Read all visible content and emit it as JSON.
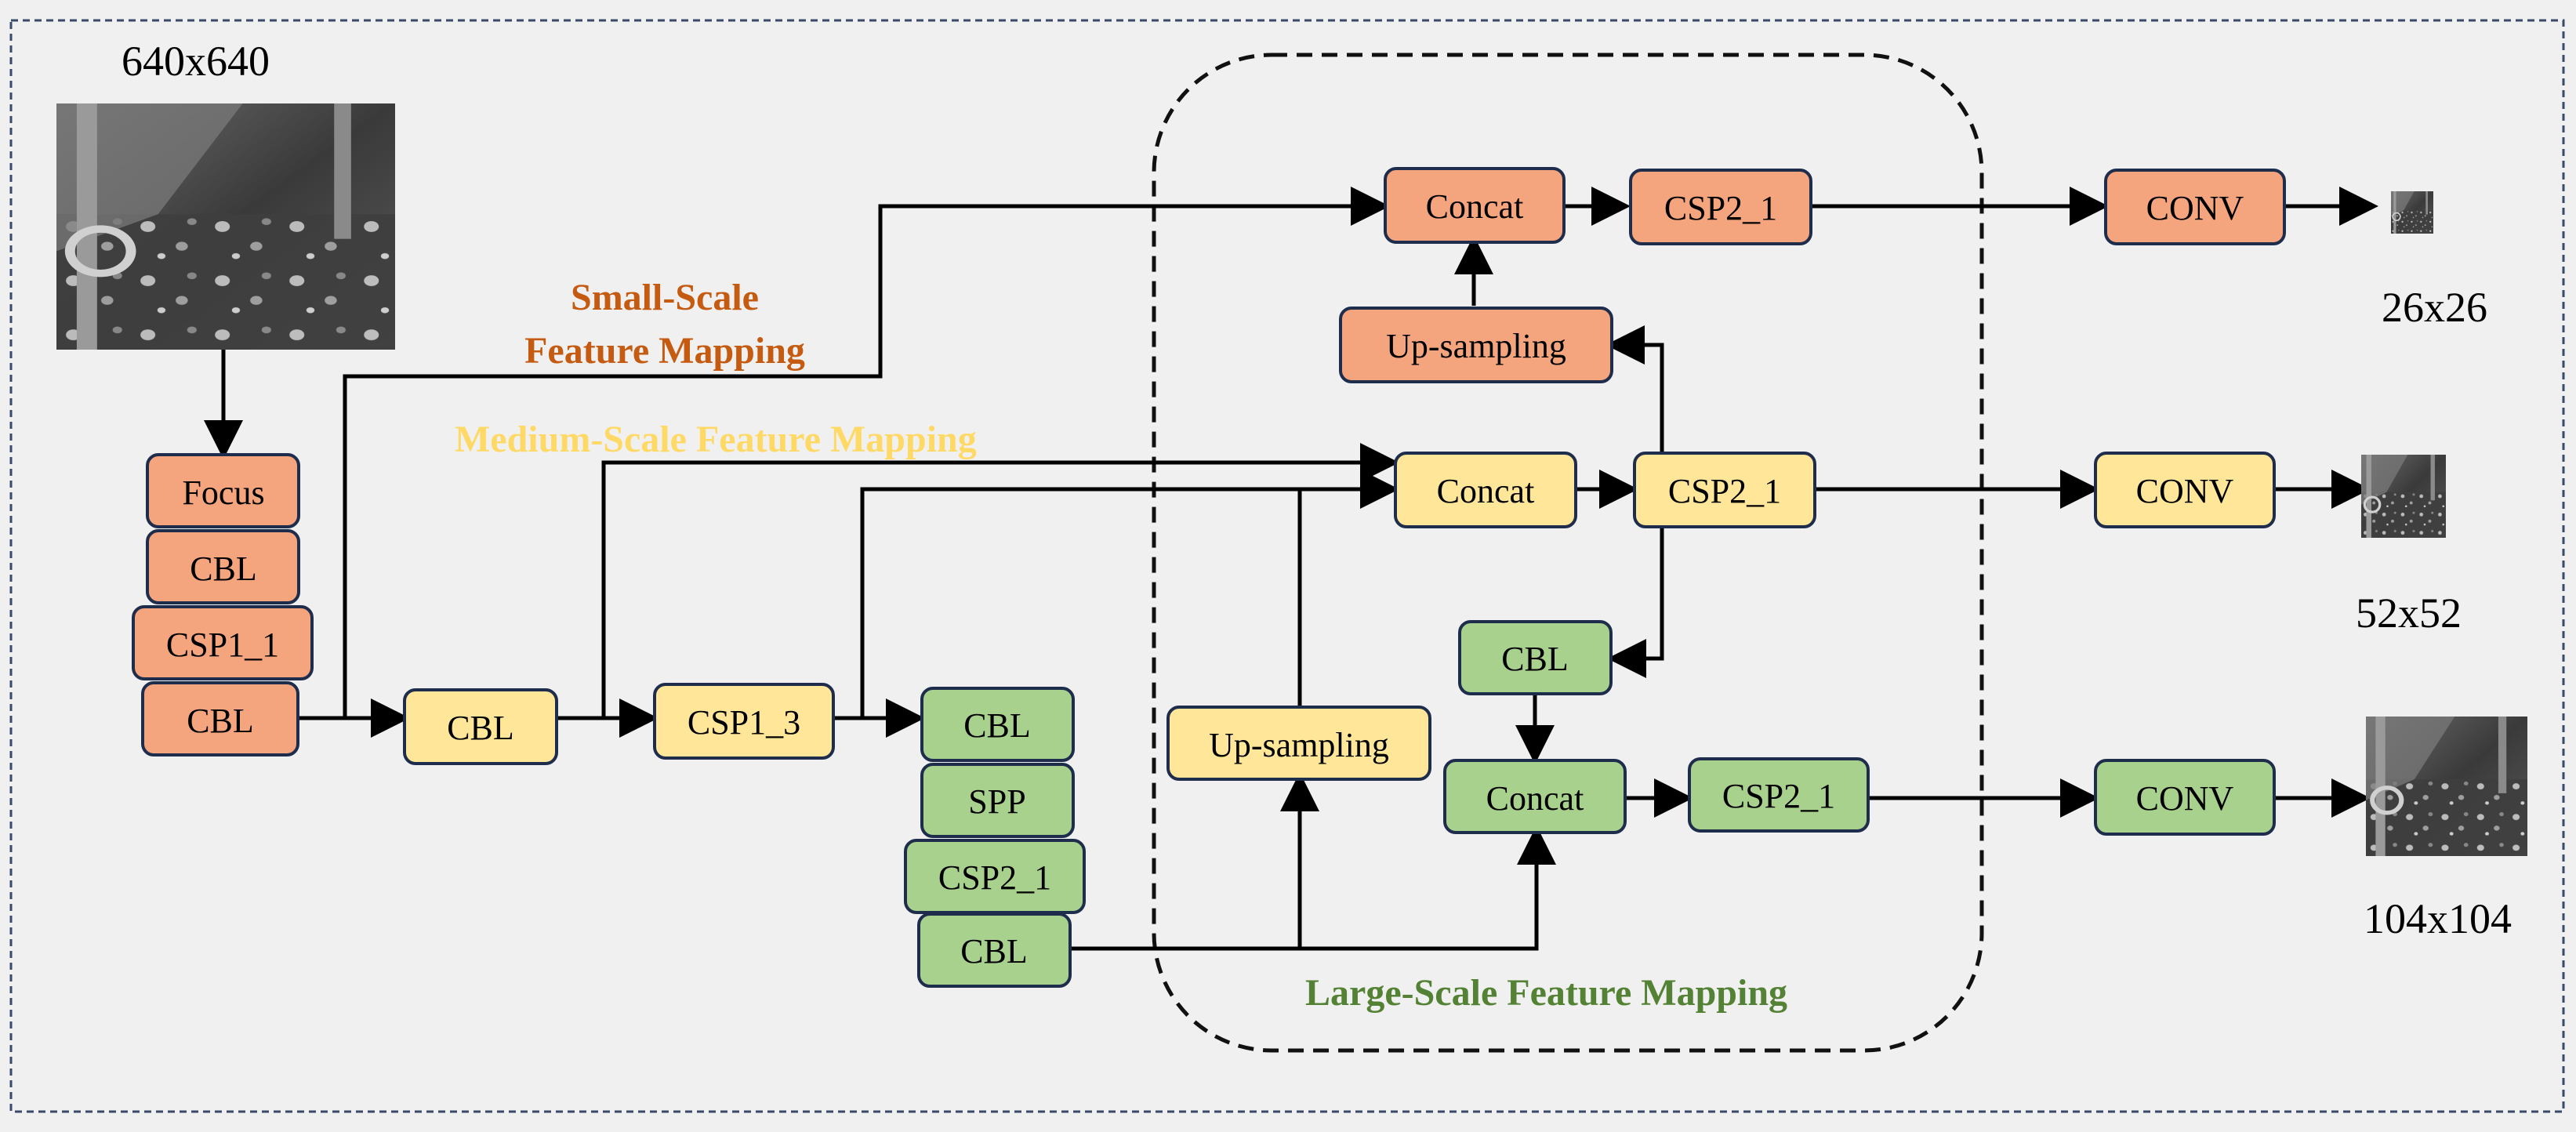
{
  "colors": {
    "background": "#f0f0f0",
    "border": "#3a4a6a",
    "orange_fill": "#f5a57e",
    "yellow_fill": "#ffe699",
    "green_fill": "#a9d18e",
    "box_stroke": "#1f2d4d",
    "small_scale_text": "#c55a11",
    "medium_scale_text": "#ffd966",
    "large_scale_text": "#548235"
  },
  "labels": {
    "input_size": "640x640",
    "out_small_size": "26x26",
    "out_medium_size": "52x52",
    "out_large_size": "104x104",
    "small_scale_line1": "Small-Scale",
    "small_scale_line2": "Feature Mapping",
    "medium_scale": "Medium-Scale Feature Mapping",
    "large_scale": "Large-Scale Feature Mapping"
  },
  "nodes": {
    "focus": "Focus",
    "bb_cbl1": "CBL",
    "bb_csp1_1": "CSP1_1",
    "bb_cbl2": "CBL",
    "cbl_mid": "CBL",
    "csp1_3": "CSP1_3",
    "spp_cbl_top": "CBL",
    "spp": "SPP",
    "spp_csp2_1": "CSP2_1",
    "spp_cbl_bottom": "CBL",
    "upsample_yellow": "Up-sampling",
    "concat_green": "Concat",
    "csp2_1_green": "CSP2_1",
    "cbl_green": "CBL",
    "concat_yellow": "Concat",
    "csp2_1_yellow": "CSP2_1",
    "upsample_orange": "Up-sampling",
    "concat_orange": "Concat",
    "csp2_1_orange": "CSP2_1",
    "conv_orange": "CONV",
    "conv_yellow": "CONV",
    "conv_green": "CONV"
  },
  "images": {
    "input": "input-image",
    "out_small": "output-small-image",
    "out_medium": "output-medium-image",
    "out_large": "output-large-image"
  }
}
